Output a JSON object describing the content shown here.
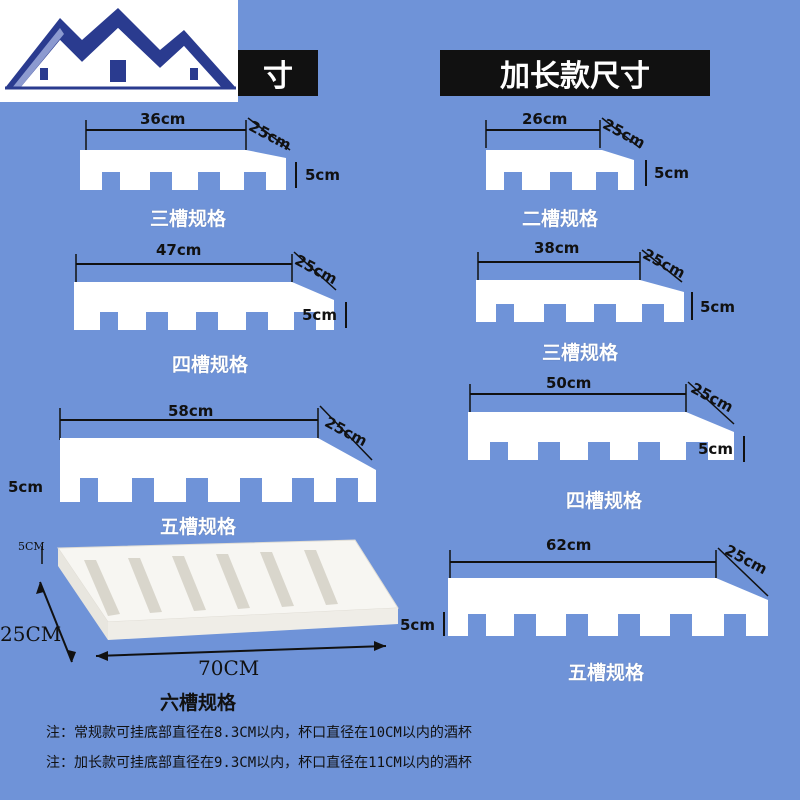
{
  "colors": {
    "background": "#6f93d8",
    "rack": "#ffffff",
    "header": "#111111",
    "dimension_line": "#111111"
  },
  "logo": {
    "icon": "house-roof-logo-icon"
  },
  "headers": {
    "standard": "寸",
    "extended": "加长款尺寸"
  },
  "standard": {
    "three_slot": {
      "width": "36cm",
      "depth": "25cm",
      "height": "5cm",
      "name": "三槽规格"
    },
    "four_slot": {
      "width": "47cm",
      "depth": "25cm",
      "height": "5cm",
      "name": "四槽规格"
    },
    "five_slot": {
      "width": "58cm",
      "depth": "25cm",
      "height": "5cm",
      "name": "五槽规格"
    },
    "six_slot": {
      "width": "70CM",
      "depth": "25CM",
      "height": "5CM",
      "name": "六槽规格"
    }
  },
  "extended": {
    "two_slot": {
      "width": "26cm",
      "depth": "25cm",
      "height": "5cm",
      "name": "二槽规格"
    },
    "three_slot": {
      "width": "38cm",
      "depth": "25cm",
      "height": "5cm",
      "name": "三槽规格"
    },
    "four_slot": {
      "width": "50cm",
      "depth": "25cm",
      "height": "5cm",
      "name": "四槽规格"
    },
    "five_slot": {
      "width": "62cm",
      "depth": "25cm",
      "height": "5cm",
      "name": "五槽规格"
    }
  },
  "notes": [
    "注：常规款可挂底部直径在8.3CM以内，杯口直径在10CM以内的酒杯",
    "注：加长款可挂底部直径在9.3CM以内，杯口直径在11CM以内的酒杯"
  ]
}
